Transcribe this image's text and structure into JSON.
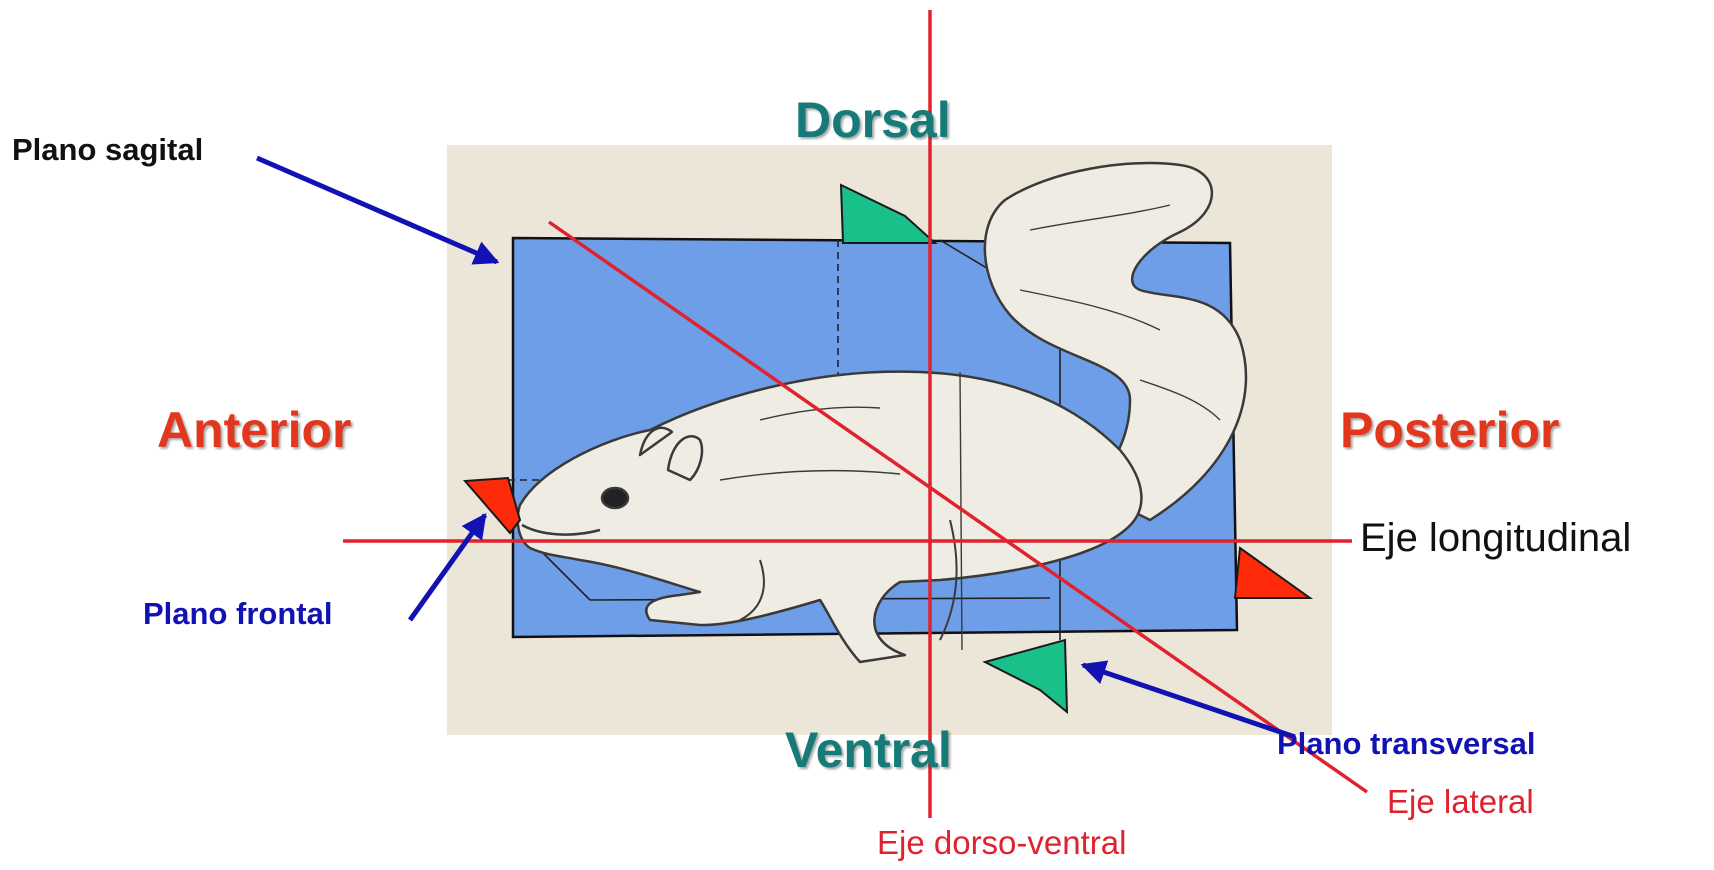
{
  "colors": {
    "background_panel": "#ece6d8",
    "plane_blue": "#6f9ee8",
    "marker_green": "#19c08a",
    "marker_red": "#ff2a0a",
    "axis_line": "#e0222e",
    "arrow_blue": "#1212b4",
    "teal_text": "#157a78",
    "orange_text": "#e2371c"
  },
  "icons": {
    "squirrel": "squirrel-illustration",
    "arrow": "pointer-arrow"
  },
  "directions": {
    "dorsal": "Dorsal",
    "ventral": "Ventral",
    "anterior": "Anterior",
    "posterior": "Posterior"
  },
  "planes": {
    "sagital": "Plano sagital",
    "frontal": "Plano frontal",
    "transversal": "Plano transversal"
  },
  "axes": {
    "longitudinal": "Eje longitudinal",
    "lateral": "Eje lateral",
    "dorso_ventral": "Eje dorso-ventral"
  }
}
